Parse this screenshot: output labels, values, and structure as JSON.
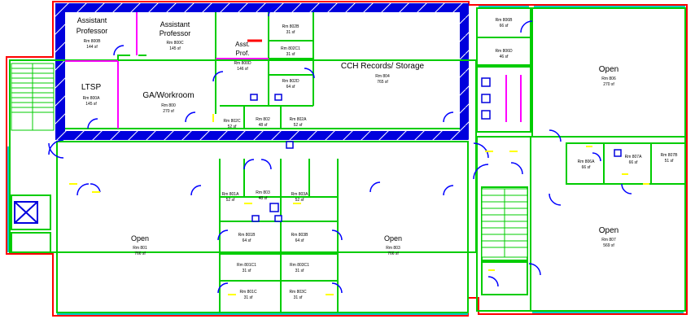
{
  "colors": {
    "wall": "#00cc00",
    "exterior": "#ff0000",
    "highlight": "#0000dd",
    "door": "#0000ff",
    "door_jamb": "#ffff00",
    "partition": "#ff00ff",
    "window": "#00cccc",
    "text": "#000000"
  },
  "rooms": {
    "asst_prof_1": {
      "name1": "Assistant",
      "name2": "Professor",
      "num": "Rm 800B",
      "area": "144 sf"
    },
    "asst_prof_2": {
      "name1": "Assistant",
      "name2": "Professor",
      "num": "Rm 800C",
      "area": "145 sf"
    },
    "asst_prof_3": {
      "name1": "Asst.",
      "name2": "Prof.",
      "num": "Rm 800D",
      "area": "146 sf"
    },
    "ltsp": {
      "name1": "LTSP",
      "num": "Rm 800A",
      "area": "145 sf"
    },
    "ga_workroom": {
      "name1": "GA/Workroom",
      "num": "Rm 800",
      "area": "270 sf"
    },
    "rm_802b": {
      "num": "Rm 802B",
      "area": "31 sf"
    },
    "rm_802c1": {
      "num": "Rm 802C1",
      "area": "31 sf"
    },
    "rm_802d": {
      "num": "Rm 802D",
      "area": "64 sf"
    },
    "rm_802c": {
      "num": "Rm 802C",
      "area": "52 sf"
    },
    "rm_802": {
      "num": "Rm 802",
      "area": "48 sf"
    },
    "rm_802a": {
      "num": "Rm 802A",
      "area": "52 sf"
    },
    "cch_storage": {
      "name1": "CCH Records/ Storage",
      "num": "Rm 804",
      "area": "765 sf"
    },
    "rm_806b": {
      "num": "Rm 806B",
      "area": "66 sf"
    },
    "rm_806d": {
      "num": "Rm 806D",
      "area": "46 sf"
    },
    "open_806": {
      "name1": "Open",
      "num": "Rm 806",
      "area": "270 sf"
    },
    "rm_806a": {
      "num": "Rm 806A",
      "area": "66 sf"
    },
    "rm_807a": {
      "num": "Rm 807A",
      "area": "66 sf"
    },
    "rm_807b": {
      "num": "Rm 807B",
      "area": "51 sf"
    },
    "open_807": {
      "name1": "Open",
      "num": "Rm 807",
      "area": "569 sf"
    },
    "open_801": {
      "name1": "Open",
      "num": "Rm 801",
      "area": "766 sf"
    },
    "rm_801a": {
      "num": "Rm 801A",
      "area": "52 sf"
    },
    "rm_803": {
      "num": "Rm 803",
      "area": "48 sf"
    },
    "rm_803a": {
      "num": "Rm 803A",
      "area": "52 sf"
    },
    "rm_801b": {
      "num": "Rm 801B",
      "area": "64 sf"
    },
    "rm_803b": {
      "num": "Rm 803B",
      "area": "64 sf"
    },
    "rm_801c1": {
      "num": "Rm 801C1",
      "area": "31 sf"
    },
    "rm_803c1": {
      "num": "Rm 803C1",
      "area": "31 sf"
    },
    "rm_801c": {
      "num": "Rm 801C",
      "area": "31 sf"
    },
    "rm_803c": {
      "num": "Rm 803C",
      "area": "31 sf"
    },
    "open_803": {
      "name1": "Open",
      "num": "Rm 803",
      "area": "766 sf"
    }
  }
}
